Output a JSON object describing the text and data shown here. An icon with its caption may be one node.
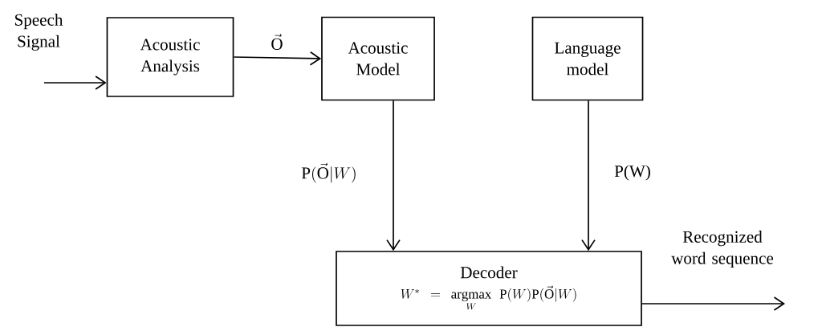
{
  "diagram": {
    "nodes": [
      {
        "text": [
          "Acoustic Analysis"
        ]
      },
      {
        "text": [
          "Acoustic Model"
        ]
      },
      {
        "text": [
          "Language model"
        ]
      },
      {
        "text": [
          "Decoder",
          "W^* = \\mathop{\\mathrm{argmax}}\\limits_{W}\\ \\mathrm{P}(W)\\mathrm{P}(\\vec{\\mathrm{O}}|W)"
        ]
      }
    ],
    "edges": [
      {
        "from": null,
        "to": 0,
        "arrow": "to",
        "label": "Speech Signal"
      },
      {
        "from": 0,
        "to": 1,
        "arrow": "to",
        "label": "\\vec{\\mathrm{O}}"
      },
      {
        "from": 1,
        "to": 3,
        "arrow": "to",
        "label": "\\mathrm{P}(\\vec{\\mathrm{O}}|W)"
      },
      {
        "from": 2,
        "to": 3,
        "arrow": "to",
        "label": "P(W)"
      },
      {
        "from": 3,
        "to": null,
        "arrow": "to",
        "label": "Recognized word sequence"
      }
    ]
  }
}
